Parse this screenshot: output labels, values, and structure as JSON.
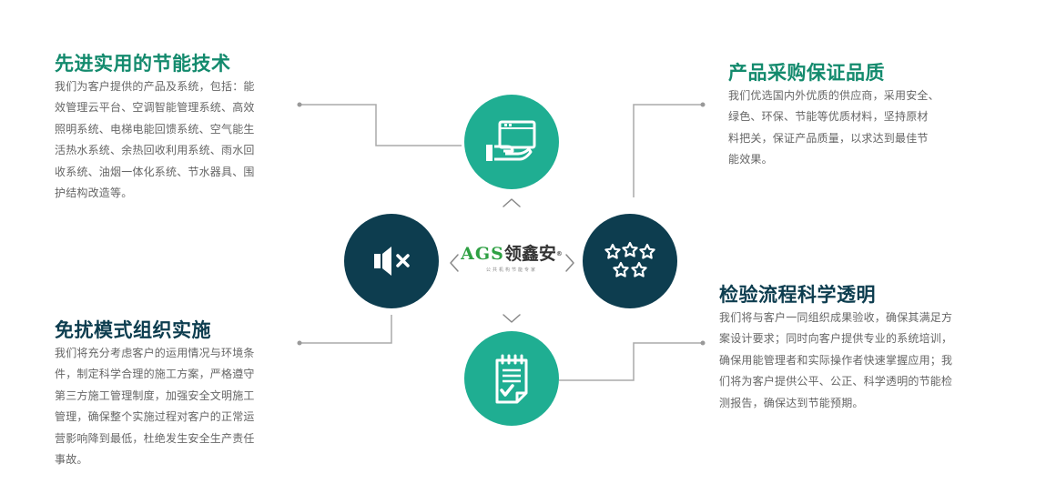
{
  "blocks": {
    "top_left": {
      "title": "先进实用的节能技术",
      "lines": [
        "我们为客户提供的产品及系统，包括：能",
        "效管理云平台、空调智能管理系统、高效",
        "照明系统、电梯电能回馈系统、空气能生",
        "活热水系统、余热回收利用系统、雨水回",
        "收系统、油烟一体化系统、节水器具、围",
        "护结构改造等。"
      ]
    },
    "top_right": {
      "title": "产品采购保证品质",
      "lines": [
        "我们优选国内外优质的供应商，采用安全、",
        "绿色、环保、节能等优质材料，坚持原材",
        "料把关，保证产品质量，以求达到最佳节",
        "能效果。"
      ]
    },
    "bottom_left": {
      "title": "免扰模式组织实施",
      "lines": [
        "我们将充分考虑客户的运用情况与环境条",
        "件，制定科学合理的施工方案，严格遵守",
        "第三方施工管理制度，加强安全文明施工",
        "管理，确保整个实施过程对客户的正常运",
        "营影响降到最低，杜绝发生安全生产责任",
        "事故。"
      ]
    },
    "bottom_right": {
      "title": "检验流程科学透明",
      "lines": [
        "我们将与客户一同组织成果验收，确保其满足方",
        "案设计要求；同时向客户提供专业的系统培训，",
        "确保用能管理者和实际操作者快速掌握应用；我",
        "们将为客户提供公平、公正、科学透明的节能检",
        "测报告，确保达到节能预期。"
      ]
    }
  },
  "logo": {
    "latin": "AGS",
    "chinese": "领鑫安",
    "reg_mark": "®",
    "tagline": "公共机构节能专家"
  },
  "icons": {
    "top": "hand-presenting-screen-icon",
    "left": "speaker-mute-icon",
    "right": "five-stars-icon",
    "bottom": "checklist-clipboard-icon"
  },
  "colors": {
    "green": "#1fae92",
    "navy": "#0d3d4f",
    "title_green": "#138a6d",
    "text_gray": "#666666",
    "line_gray": "#aaaaaa"
  }
}
